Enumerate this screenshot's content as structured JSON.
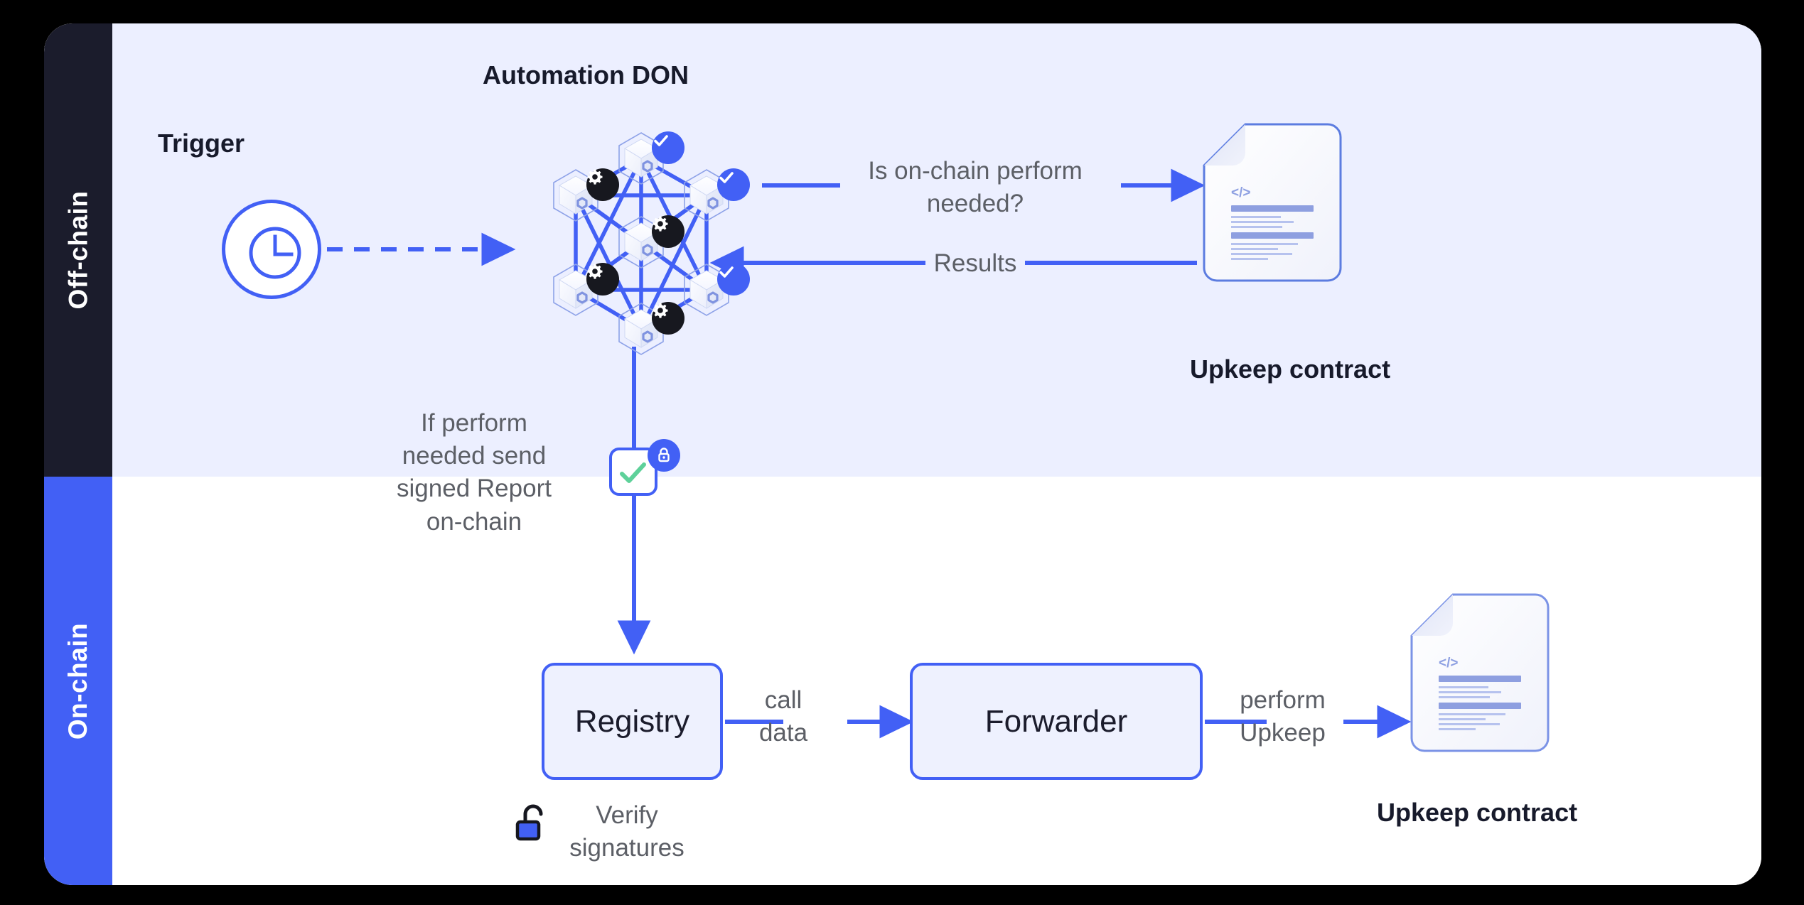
{
  "diagram": {
    "title": "Chainlink Automation architecture",
    "bands": {
      "offchain": "Off-chain",
      "onchain": "On-chain"
    },
    "offchain": {
      "trigger_label": "Trigger",
      "trigger_icon": "clock-icon",
      "don_title": "Automation DON",
      "don_nodes": [
        {
          "id": "node-top",
          "badge": "check-badge"
        },
        {
          "id": "node-upper-left",
          "badge": "gear-badge"
        },
        {
          "id": "node-upper-right",
          "badge": "check-badge"
        },
        {
          "id": "node-center",
          "badge": "gear-badge"
        },
        {
          "id": "node-lower-left",
          "badge": "gear-badge"
        },
        {
          "id": "node-lower-right",
          "badge": "check-badge"
        },
        {
          "id": "node-bottom",
          "badge": "gear-badge"
        }
      ],
      "query_label_line1": "Is on-chain perform",
      "query_label_line2": "needed?",
      "results_label": "Results",
      "upkeep_contract_label": "Upkeep contract",
      "upkeep_doc_glyph": "</>",
      "send_report_lines": [
        "If perform",
        "needed send",
        "signed Report",
        "on-chain"
      ],
      "report_icon": "signed-report-icon",
      "report_lock_icon": "lock-closed-icon"
    },
    "onchain": {
      "registry_label": "Registry",
      "forwarder_label": "Forwarder",
      "call_data_lines": [
        "call",
        "data"
      ],
      "perform_upkeep_lines": [
        "perform",
        "Upkeep"
      ],
      "verify_lines": [
        "Verify",
        "signatures"
      ],
      "verify_icon": "unlock-icon",
      "upkeep_contract_label": "Upkeep contract",
      "upkeep_doc_glyph": "</>"
    },
    "colors": {
      "accent_blue": "#4260f5",
      "dark_navy": "#1b1c2c",
      "offchain_bg": "#ecefff",
      "onchain_bg": "#ffffff",
      "text_grey": "#5c5f66",
      "check_green": "#5ed19a"
    }
  }
}
